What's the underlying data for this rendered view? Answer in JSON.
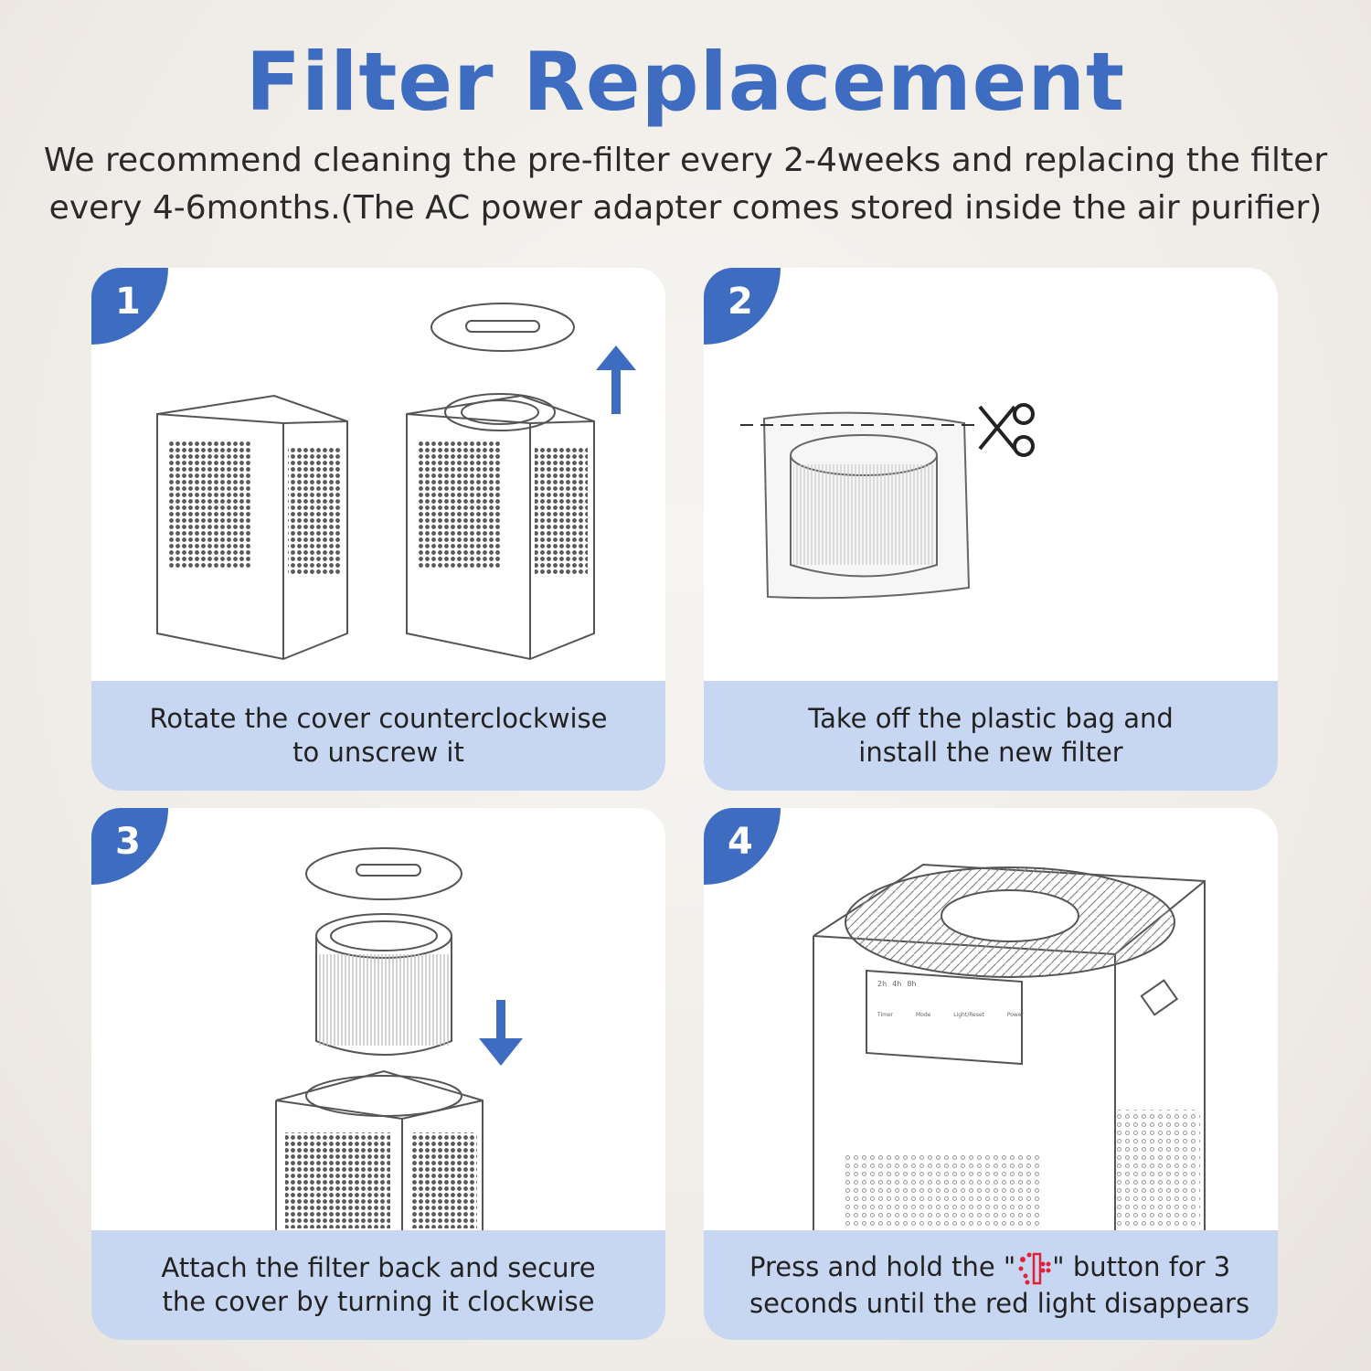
{
  "header": {
    "title": "Filter Replacement",
    "subtitle_line1": "We recommend cleaning the pre-filter every 2-4weeks and replacing the filter",
    "subtitle_line2": "every 4-6months.(The AC power adapter comes stored inside the air purifier)"
  },
  "steps": [
    {
      "number": "1",
      "caption_line1": "Rotate the cover counterclockwise",
      "caption_line2": "to unscrew it"
    },
    {
      "number": "2",
      "caption_line1": "Take off the plastic bag and",
      "caption_line2": "install the new filter"
    },
    {
      "number": "3",
      "caption_line1": "Attach the filter back and secure",
      "caption_line2": "the cover by turning it clockwise"
    },
    {
      "number": "4",
      "caption_line1_a": "Press and hold the \"",
      "caption_line1_b": "\" button for 3",
      "caption_line2": "seconds until the red light disappears"
    }
  ],
  "control_panel": {
    "timers": [
      "2h",
      "4h",
      "8h"
    ],
    "labels": [
      "Timer",
      "Mode",
      "Light/Reset",
      "Power"
    ]
  },
  "colors": {
    "accent": "#3d6cc0",
    "caption_bg": "#c8d7f1",
    "indicator": "#e0213a"
  }
}
